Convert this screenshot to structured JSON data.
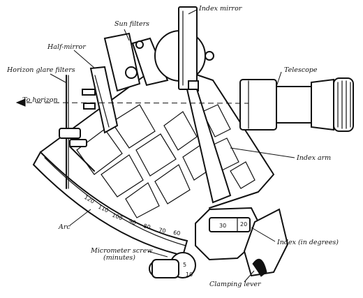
{
  "labels": {
    "index_mirror": "Index mirror",
    "sun_filters": "Sun filters",
    "half_mirror": "Half-mirror",
    "horizon_glare_filters": "Horizon glare filters",
    "telescope": "Telescope",
    "to_horizon": "To horizon",
    "index_arm": "Index arm",
    "arc": "Arc",
    "index_degrees": "Index (in degrees)",
    "micrometer_line1": "Micrometer screw",
    "micrometer_line2": "(minutes)",
    "clamping_lever": "Clamping lever"
  },
  "arc_scale": [
    "120",
    "110",
    "100",
    "90",
    "80",
    "70",
    "60"
  ],
  "index_scale": [
    "30",
    "20"
  ],
  "micrometer_scale": [
    "5",
    "10"
  ]
}
